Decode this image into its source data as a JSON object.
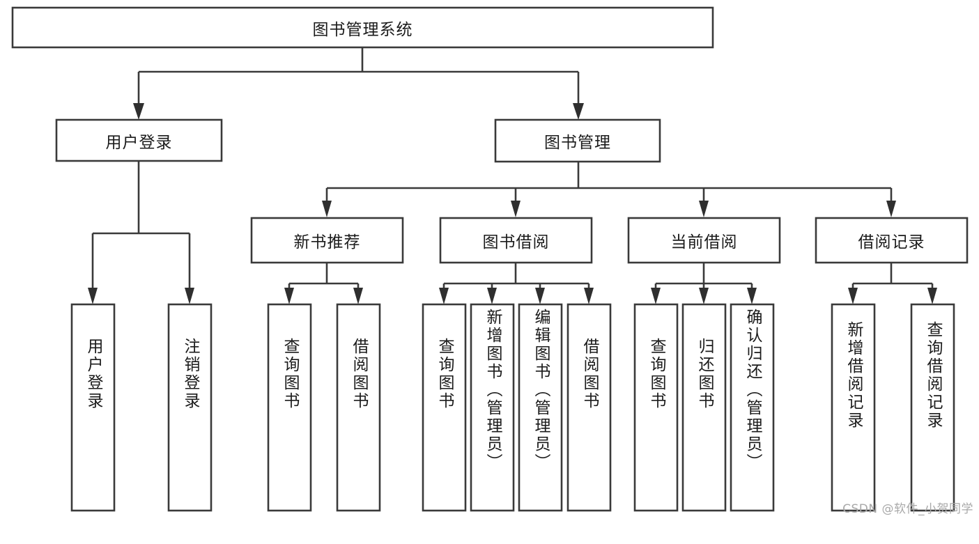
{
  "diagram": {
    "title": "图书管理系统",
    "type": "tree-hierarchy-chart",
    "colors": {
      "box_stroke": "#3a3a3a",
      "box_fill": "#ffffff",
      "text": "#1b1b1b",
      "background": "#ffffff",
      "watermark": "#a9a9a9"
    },
    "root": {
      "id": "root",
      "label": "图书管理系统",
      "orientation": "horizontal"
    },
    "level2": [
      {
        "id": "user-login",
        "label": "用户登录",
        "orientation": "horizontal"
      },
      {
        "id": "book-manage",
        "label": "图书管理",
        "orientation": "horizontal"
      }
    ],
    "level3": [
      {
        "id": "new-book-recommend",
        "label": "新书推荐",
        "orientation": "horizontal",
        "parent": "book-manage"
      },
      {
        "id": "book-borrow",
        "label": "图书借阅",
        "orientation": "horizontal",
        "parent": "book-manage"
      },
      {
        "id": "current-borrow",
        "label": "当前借阅",
        "orientation": "horizontal",
        "parent": "book-manage"
      },
      {
        "id": "borrow-record",
        "label": "借阅记录",
        "orientation": "horizontal",
        "parent": "book-manage"
      }
    ],
    "leaves": [
      {
        "id": "leaf-user-login",
        "label": "用户登录",
        "orientation": "vertical",
        "parent": "user-login"
      },
      {
        "id": "leaf-user-logout",
        "label": "注销登录",
        "orientation": "vertical",
        "parent": "user-login"
      },
      {
        "id": "leaf-query-book-1",
        "label": "查询图书",
        "orientation": "vertical",
        "parent": "new-book-recommend"
      },
      {
        "id": "leaf-borrow-book-1",
        "label": "借阅图书",
        "orientation": "vertical",
        "parent": "new-book-recommend"
      },
      {
        "id": "leaf-query-book-2",
        "label": "查询图书",
        "orientation": "vertical",
        "parent": "book-borrow"
      },
      {
        "id": "leaf-add-book",
        "label": "新增图书（管理员）",
        "orientation": "vertical",
        "parent": "book-borrow"
      },
      {
        "id": "leaf-edit-book",
        "label": "编辑图书（管理员）",
        "orientation": "vertical",
        "parent": "book-borrow"
      },
      {
        "id": "leaf-borrow-book-2",
        "label": "借阅图书",
        "orientation": "vertical",
        "parent": "book-borrow"
      },
      {
        "id": "leaf-query-book-3",
        "label": "查询图书",
        "orientation": "vertical",
        "parent": "current-borrow"
      },
      {
        "id": "leaf-return-book",
        "label": "归还图书",
        "orientation": "vertical",
        "parent": "current-borrow"
      },
      {
        "id": "leaf-confirm-return",
        "label": "确认归还（管理员）",
        "orientation": "vertical",
        "parent": "current-borrow"
      },
      {
        "id": "leaf-add-record",
        "label": "新增借阅记录",
        "orientation": "vertical",
        "parent": "borrow-record"
      },
      {
        "id": "leaf-query-record",
        "label": "查询借阅记录",
        "orientation": "vertical",
        "parent": "borrow-record"
      }
    ],
    "watermark": "CSDN @软件_小贺同学"
  }
}
